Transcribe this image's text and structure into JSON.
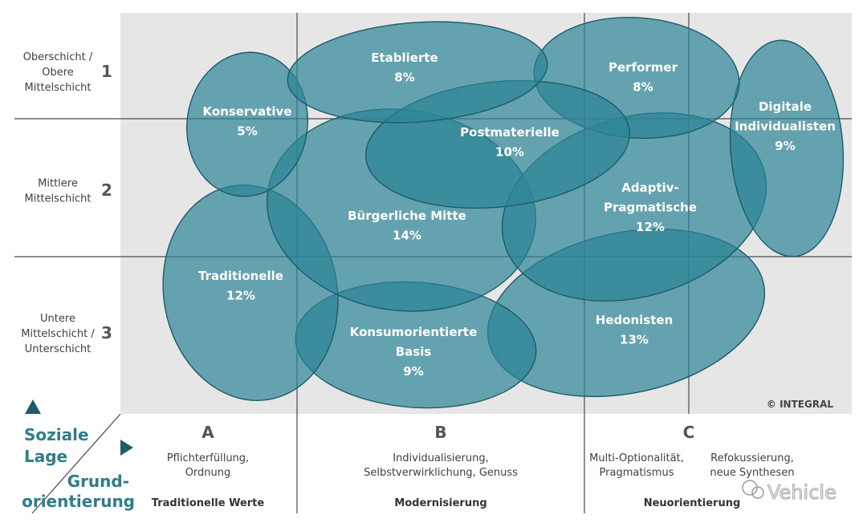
{
  "rows": [
    {
      "number": "1",
      "lines": [
        "Oberschicht /",
        "Obere",
        "Mittelschicht"
      ]
    },
    {
      "number": "2",
      "lines": [
        "Mittlere",
        "Mittelschicht"
      ]
    },
    {
      "number": "3",
      "lines": [
        "Untere",
        "Mittelschicht /",
        "Unterschicht"
      ]
    }
  ],
  "columns": [
    {
      "letter": "A",
      "descriptions": [
        {
          "lines": [
            "Pflichterfüllung,",
            "Ordnung"
          ]
        }
      ],
      "footer": "Traditionelle Werte"
    },
    {
      "letter": "B",
      "descriptions": [
        {
          "lines": [
            "Individualisierung,",
            "Selbstverwirklichung, Genuss"
          ]
        }
      ],
      "footer": "Modernisierung"
    },
    {
      "letter": "C",
      "descriptions": [
        {
          "lines": [
            "Multi-Optionalität,",
            "Pragmatismus"
          ]
        },
        {
          "lines": [
            "Refokussierung,",
            "neue Synthesen"
          ]
        }
      ],
      "footer": "Neuorientierung"
    }
  ],
  "milieus": [
    {
      "id": "etablierte",
      "name_lines": [
        "Etablierte"
      ],
      "percent": "8%"
    },
    {
      "id": "performer",
      "name_lines": [
        "Performer"
      ],
      "percent": "8%"
    },
    {
      "id": "digitale-individualisten",
      "name_lines": [
        "Digitale",
        "Individualisten"
      ],
      "percent": "9%"
    },
    {
      "id": "konservative",
      "name_lines": [
        "Konservative"
      ],
      "percent": "5%"
    },
    {
      "id": "postmaterielle",
      "name_lines": [
        "Postmaterielle"
      ],
      "percent": "10%"
    },
    {
      "id": "adaptiv-pragmatische",
      "name_lines": [
        "Adaptiv-",
        "Pragmatische"
      ],
      "percent": "12%"
    },
    {
      "id": "buergerliche-mitte",
      "name_lines": [
        "Bürgerliche Mitte"
      ],
      "percent": "14%"
    },
    {
      "id": "traditionelle",
      "name_lines": [
        "Traditionelle"
      ],
      "percent": "12%"
    },
    {
      "id": "konsumorientierte-basis",
      "name_lines": [
        "Konsumorientierte",
        "Basis"
      ],
      "percent": "9%"
    },
    {
      "id": "hedonisten",
      "name_lines": [
        "Hedonisten"
      ],
      "percent": "13%"
    }
  ],
  "axis": {
    "vertical_lines": [
      "Soziale",
      "Lage"
    ],
    "horizontal_lines": [
      "Grund-",
      "orientierung"
    ]
  },
  "copyright": "© INTEGRAL",
  "watermark": "Vehicle",
  "colors": {
    "bubble_fill": "#2b8595",
    "bubble_stroke": "#1d5c68",
    "grid_background": "#e6e6e6",
    "accent": "#2e7d8a"
  }
}
